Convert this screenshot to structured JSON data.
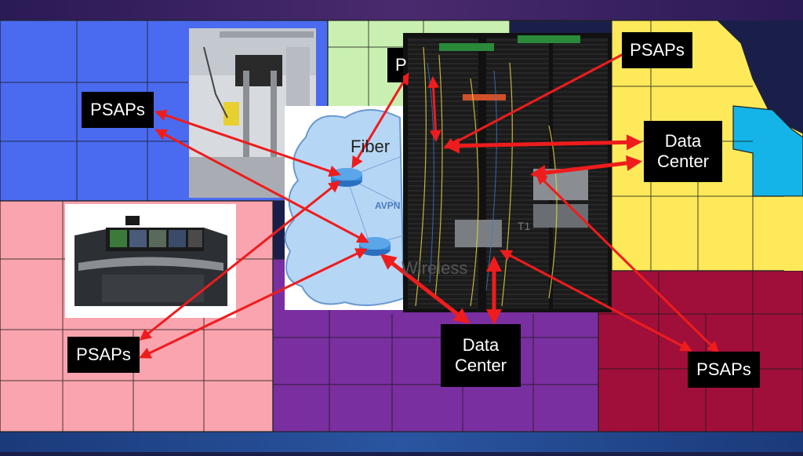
{
  "slide": {
    "labels": {
      "psaps_top_left": "PSAPs",
      "psaps_top_center": "P",
      "psaps_top_right": "PSAPs",
      "psaps_bottom_left": "PSAPs",
      "psaps_bottom_right": "PSAPs",
      "data_center_right": "Data\nCenter",
      "data_center_bottom": "Data\nCenter"
    },
    "cloud": {
      "fiber": "Fiber",
      "avpn": "AVPN",
      "wireless": "Wireless",
      "t1": "T1"
    },
    "colors": {
      "region_blue": "#4a6af0",
      "region_green": "#c9f0b0",
      "region_yellow": "#fde95a",
      "region_cyan": "#14b4e8",
      "region_pink": "#f9a4ae",
      "region_purple": "#7a2fa0",
      "region_maroon": "#a00f3a",
      "arrow": "#ee1c1c",
      "label_bg": "#000000",
      "label_text": "#ffffff",
      "cloud": "#b6d6f5",
      "router": "#3a8ad8"
    },
    "images": {
      "top_photo": "equipment-room-photo",
      "console_photo": "dispatch-console-photo",
      "rack_photo": "server-rack-photo"
    }
  }
}
